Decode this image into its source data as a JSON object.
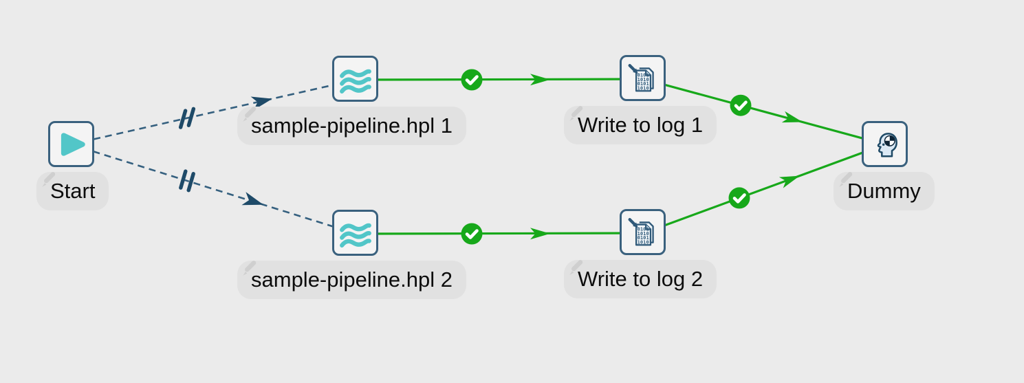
{
  "app": {
    "title": "Workflow canvas"
  },
  "colors": {
    "canvas_background": "#ebebeb",
    "label_background": "#e1e1e1",
    "node_border": "#3a617e",
    "node_background": "#f4f4f4",
    "teal_accent": "#52c6c8",
    "icon_navy": "#2e5878",
    "hop_dashed": "#35607f",
    "hop_success_green": "#17a81a"
  },
  "nodes": [
    {
      "id": "start",
      "label": "Start",
      "icon": "play-icon"
    },
    {
      "id": "pipeline-1",
      "label": "sample-pipeline.hpl 1",
      "icon": "pipeline-waves-icon"
    },
    {
      "id": "write-to-log-1",
      "label": "Write to log 1",
      "icon": "write-log-document-icon"
    },
    {
      "id": "pipeline-2",
      "label": "sample-pipeline.hpl 2",
      "icon": "pipeline-waves-icon"
    },
    {
      "id": "write-to-log-2",
      "label": "Write to log 2",
      "icon": "write-log-document-icon"
    },
    {
      "id": "dummy",
      "label": "Dummy",
      "icon": "dummy-head-icon"
    }
  ],
  "hops": [
    {
      "from": "Start",
      "to": "sample-pipeline.hpl 1",
      "condition": "unconditional",
      "line": "dashed"
    },
    {
      "from": "Start",
      "to": "sample-pipeline.hpl 2",
      "condition": "unconditional",
      "line": "dashed"
    },
    {
      "from": "sample-pipeline.hpl 1",
      "to": "Write to log 1",
      "condition": "success",
      "line": "solid-green"
    },
    {
      "from": "sample-pipeline.hpl 2",
      "to": "Write to log 2",
      "condition": "success",
      "line": "solid-green"
    },
    {
      "from": "Write to log 1",
      "to": "Dummy",
      "condition": "success",
      "line": "solid-green"
    },
    {
      "from": "Write to log 2",
      "to": "Dummy",
      "condition": "success",
      "line": "solid-green"
    }
  ],
  "icons": {
    "write_log_binary": [
      "0101",
      "1010",
      "0101",
      "1010"
    ]
  }
}
